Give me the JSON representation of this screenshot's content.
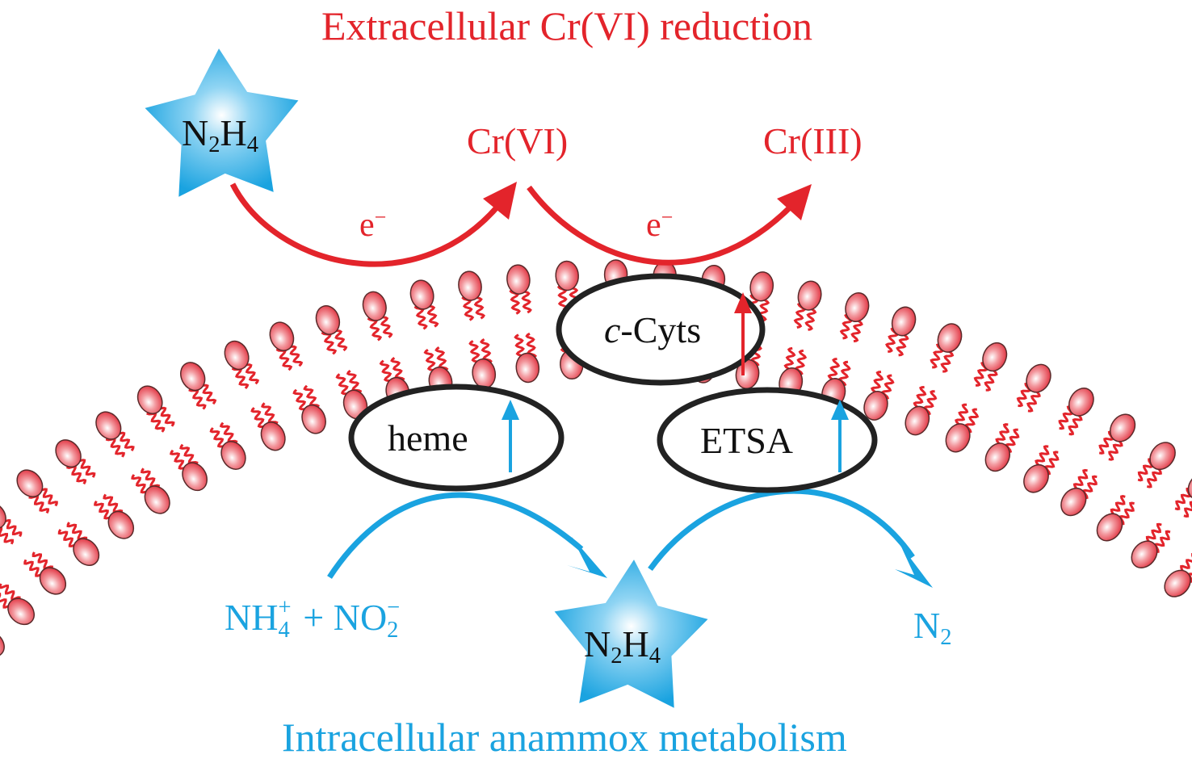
{
  "title_top": "Extracellular Cr(VI) reduction",
  "title_bottom": "Intracellular anammox metabolism",
  "colors": {
    "extracellular": "#e3242b",
    "intracellular": "#1aa3e0",
    "lipid_head": "#e8505a",
    "lipid_tail": "#e3242b",
    "star": "#1aa3e0",
    "protein_outline": "#222222"
  },
  "extracellular": {
    "donor": {
      "base1": "N",
      "sub1": "2",
      "base2": "H",
      "sub2": "4"
    },
    "electron1": {
      "base": "e",
      "sup": "−"
    },
    "oxidant": "Cr(VI)",
    "electron2": {
      "base": "e",
      "sup": "−"
    },
    "product": "Cr(III)"
  },
  "proteins": [
    {
      "id": "c-cyts",
      "prefix": "c",
      "label": "-Cyts"
    },
    {
      "id": "heme",
      "label": "heme"
    },
    {
      "id": "etsa",
      "label": "ETSA"
    }
  ],
  "intracellular": {
    "reactants": {
      "a_base": "NH",
      "a_sub": "4",
      "a_sup": "+",
      "plus": "+",
      "b_base": "NO",
      "b_sub": "2",
      "b_sup": "−"
    },
    "intermediate": {
      "base1": "N",
      "sub1": "2",
      "base2": "H",
      "sub2": "4"
    },
    "product": {
      "base": "N",
      "sub": "2"
    }
  }
}
